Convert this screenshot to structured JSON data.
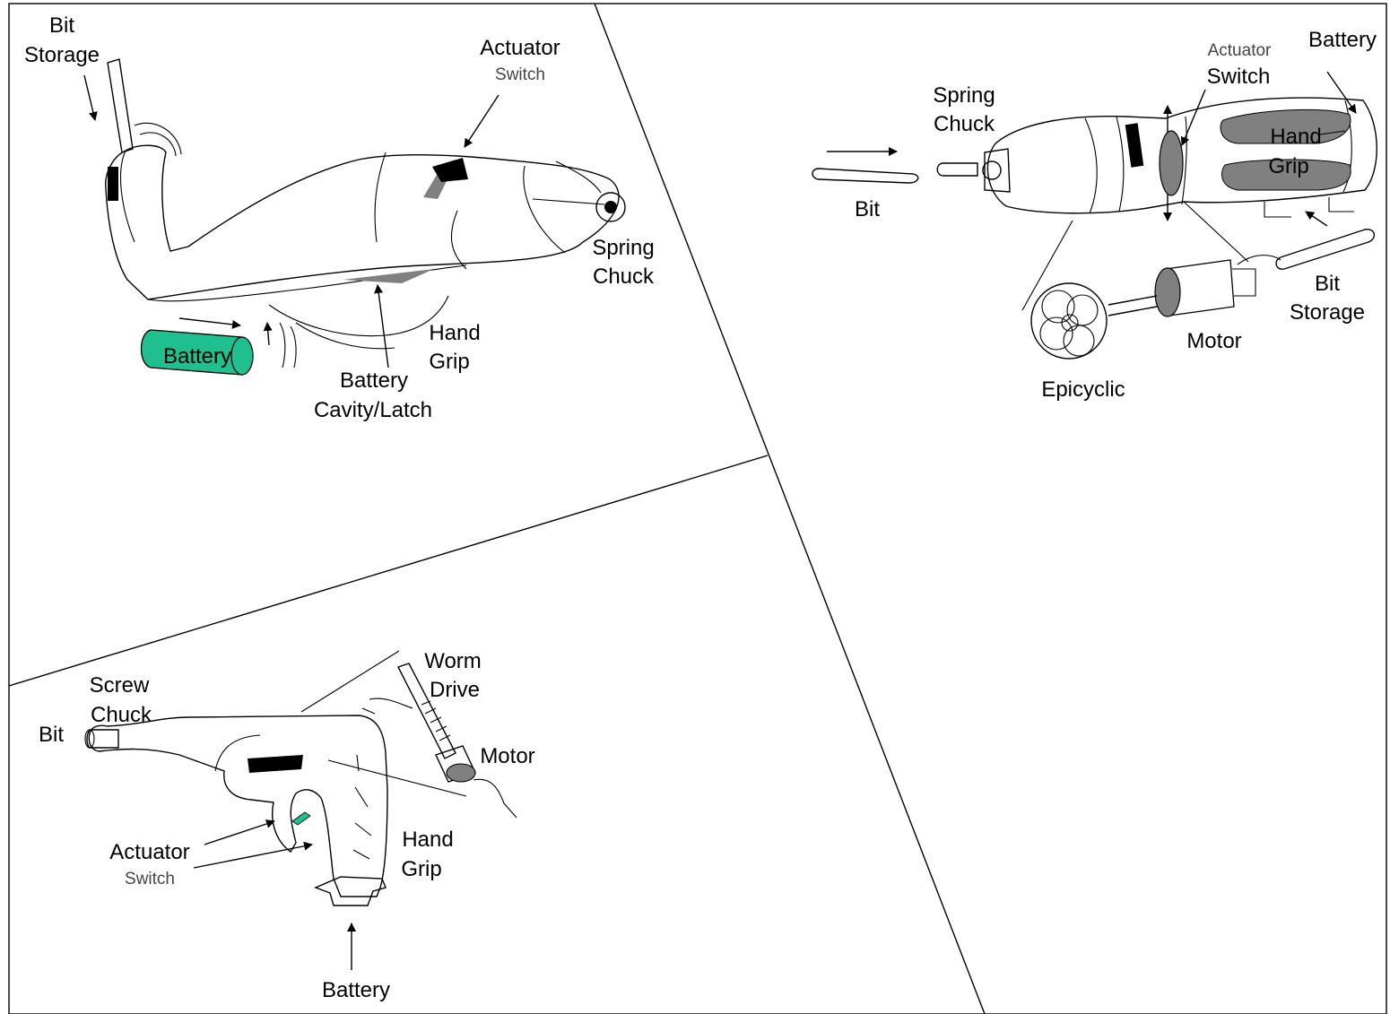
{
  "colors": {
    "battery_accent": "#1fbf8f",
    "part_gray": "#808080",
    "ink": "#000000"
  },
  "panels": {
    "top_left": {
      "bit_storage": [
        "Bit",
        "Storage"
      ],
      "actuator": "Actuator",
      "actuator_sub": "Switch",
      "spring_chuck": [
        "Spring",
        "Chuck"
      ],
      "hand_grip": [
        "Hand",
        "Grip"
      ],
      "battery": "Battery",
      "battery_cavity": [
        "Battery",
        "Cavity/Latch"
      ]
    },
    "right": {
      "actuator_sub": "Actuator",
      "switch": "Switch",
      "battery": "Battery",
      "spring_chuck": [
        "Spring",
        "Chuck"
      ],
      "hand_grip": [
        "Hand",
        "Grip"
      ],
      "bit": "Bit",
      "bit_storage": [
        "Bit",
        "Storage"
      ],
      "motor": "Motor",
      "epicyclic": "Epicyclic"
    },
    "bottom_left": {
      "worm_drive": [
        "Worm",
        "Drive"
      ],
      "screw_chuck": [
        "Screw",
        "Chuck"
      ],
      "bit": "Bit",
      "motor": "Motor",
      "hand_grip": [
        "Hand",
        "Grip"
      ],
      "actuator": "Actuator",
      "actuator_sub": "Switch",
      "battery": "Battery"
    }
  }
}
